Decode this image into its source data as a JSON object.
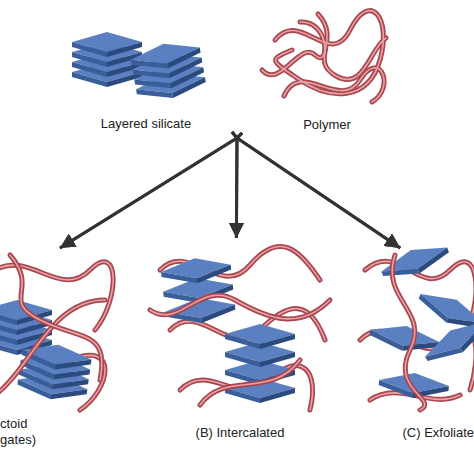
{
  "diagram": {
    "nodes": [
      {
        "text": [
          "Layered silicate"
        ]
      },
      {
        "text": [
          "Polymer"
        ]
      },
      {
        "text": [
          "ctoid gates)"
        ]
      },
      {
        "text": [
          "(B) Intercalated"
        ]
      },
      {
        "text": [
          "(C) Exfoliate"
        ]
      }
    ],
    "edges": [
      {
        "from": 0,
        "to": 2,
        "arrow": "to"
      },
      {
        "from": 1,
        "to": 2,
        "arrow": "to"
      },
      {
        "from": 0,
        "to": 3,
        "arrow": "to"
      },
      {
        "from": 1,
        "to": 3,
        "arrow": "to"
      },
      {
        "from": 0,
        "to": 4,
        "arrow": "to"
      },
      {
        "from": 1,
        "to": 4,
        "arrow": "to"
      }
    ]
  }
}
